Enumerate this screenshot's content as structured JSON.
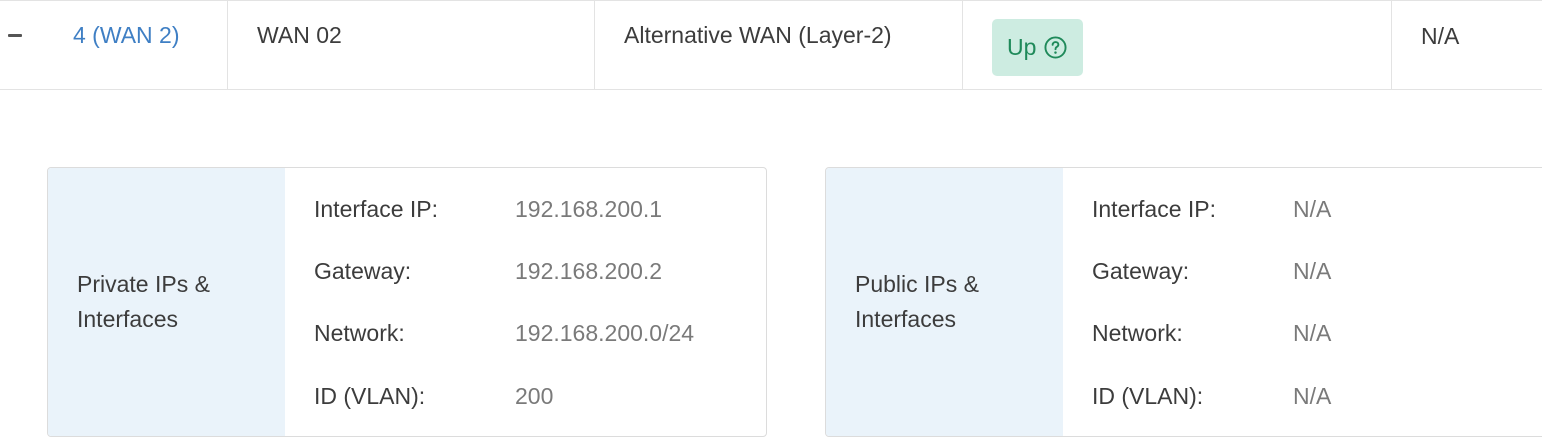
{
  "row": {
    "port": "4 (WAN 2)",
    "name": "WAN 02",
    "type": "Alternative WAN (Layer-2)",
    "status": "Up",
    "last_col": "N/A"
  },
  "private_panel": {
    "title": "Private IPs &\nInterfaces",
    "fields": [
      {
        "label": "Interface IP:",
        "value": "192.168.200.1"
      },
      {
        "label": "Gateway:",
        "value": "192.168.200.2"
      },
      {
        "label": "Network:",
        "value": "192.168.200.0/24"
      },
      {
        "label": "ID (VLAN):",
        "value": "200"
      }
    ]
  },
  "public_panel": {
    "title": "Public IPs &\nInterfaces",
    "fields": [
      {
        "label": "Interface IP:",
        "value": "N/A"
      },
      {
        "label": "Gateway:",
        "value": "N/A"
      },
      {
        "label": "Network:",
        "value": "N/A"
      },
      {
        "label": "ID (VLAN):",
        "value": "N/A"
      }
    ]
  },
  "colors": {
    "link": "#3f7fc4",
    "status_bg": "#cdece1",
    "status_text": "#1f8a5a",
    "panel_label_bg": "#eaf3fa"
  },
  "icons": {
    "collapse": "minus-icon",
    "status_help": "question-circle-icon"
  }
}
